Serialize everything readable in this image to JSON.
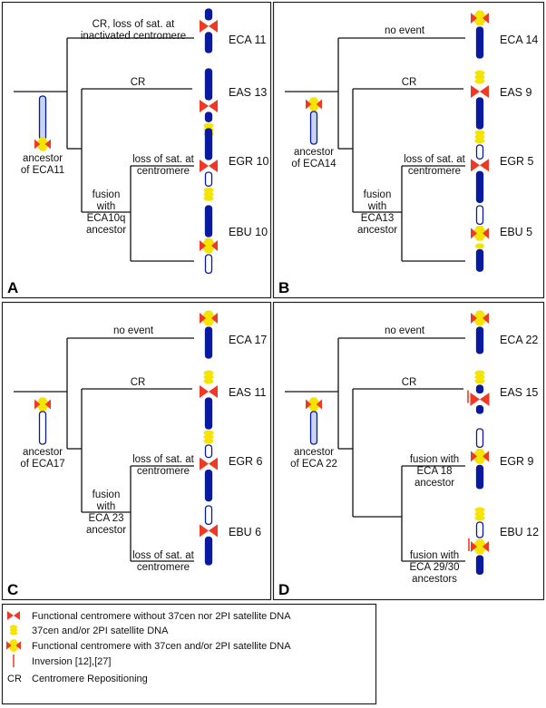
{
  "colors": {
    "chromosome": "#0a1aa0",
    "chromosome_light": "#c8d4f0",
    "centromere": "#ee3a24",
    "satellite": "#f5e300",
    "line": "#111111"
  },
  "panels": [
    {
      "letter": "A",
      "ancestor": {
        "label": [
          "ancestor",
          "of ECA11"
        ],
        "chromosome": {
          "fill": "light",
          "marker": "cen_sat",
          "marker_pos": "bottom"
        }
      },
      "events": {
        "top": [
          "CR, loss of sat. at",
          "inactivated centromere"
        ],
        "second": [
          "CR"
        ],
        "fusion": [
          "fusion",
          "with",
          "ECA10q",
          "ancestor"
        ],
        "third": [
          "loss of sat. at",
          "centromere"
        ],
        "fourth": []
      },
      "leaves": [
        {
          "name": "ECA 11",
          "structure": [
            {
              "seg": "dark",
              "len": 0.35
            },
            {
              "mark": "cen"
            },
            {
              "seg": "dark",
              "len": 0.65
            }
          ]
        },
        {
          "name": "EAS 13",
          "structure": [
            {
              "seg": "dark",
              "len": 1
            },
            {
              "mark": "cen"
            },
            {
              "seg": "dark",
              "len": 0.3
            },
            {
              "mark": "sat"
            }
          ]
        },
        {
          "name": "EGR 10",
          "structure": [
            {
              "seg": "dark",
              "len": 1
            },
            {
              "mark": "cen"
            },
            {
              "seg": "white",
              "len": 0.45
            },
            {
              "mark": "sat"
            }
          ]
        },
        {
          "name": "EBU 10",
          "structure": [
            {
              "seg": "dark",
              "len": 1
            },
            {
              "mark": "cen_sat"
            },
            {
              "seg": "white",
              "len": 0.6
            }
          ]
        }
      ]
    },
    {
      "letter": "B",
      "ancestor": {
        "label": [
          "ancestor",
          "of ECA14"
        ],
        "chromosome": {
          "fill": "light",
          "marker": "cen_sat",
          "marker_pos": "top"
        }
      },
      "events": {
        "top": [
          "no event"
        ],
        "second": [
          "CR"
        ],
        "fusion": [
          "fusion",
          "with",
          "ECA13",
          "ancestor"
        ],
        "third": [
          "loss of sat. at",
          "centromere"
        ],
        "fourth": []
      },
      "leaves": [
        {
          "name": "ECA 14",
          "structure": [
            {
              "mark": "cen_sat"
            },
            {
              "seg": "dark",
              "len": 1
            }
          ]
        },
        {
          "name": "EAS 9",
          "structure": [
            {
              "mark": "sat"
            },
            {
              "mark": "cen"
            },
            {
              "seg": "dark",
              "len": 1
            }
          ]
        },
        {
          "name": "EGR 5",
          "structure": [
            {
              "mark": "sat"
            },
            {
              "seg": "white",
              "len": 0.45
            },
            {
              "mark": "cen"
            },
            {
              "seg": "dark",
              "len": 1
            }
          ]
        },
        {
          "name": "EBU 5",
          "structure": [
            {
              "seg": "white",
              "len": 0.6
            },
            {
              "mark": "cen_sat"
            },
            {
              "mark": "sat_small"
            },
            {
              "seg": "dark",
              "len": 0.7
            }
          ]
        }
      ]
    },
    {
      "letter": "C",
      "ancestor": {
        "label": [
          "ancestor",
          "of ECA17"
        ],
        "chromosome": {
          "fill": "white",
          "marker": "cen_sat",
          "marker_pos": "top"
        }
      },
      "events": {
        "top": [
          "no event"
        ],
        "second": [
          "CR"
        ],
        "fusion": [
          "fusion",
          "with",
          "ECA 23",
          "ancestor"
        ],
        "third": [
          "loss of sat. at",
          "centromere"
        ],
        "fourth": [
          "loss of sat. at",
          "centromere"
        ]
      },
      "leaves": [
        {
          "name": "ECA 17",
          "structure": [
            {
              "mark": "cen_sat"
            },
            {
              "seg": "dark",
              "len": 1
            }
          ]
        },
        {
          "name": "EAS 11",
          "structure": [
            {
              "mark": "sat"
            },
            {
              "mark": "cen"
            },
            {
              "seg": "dark",
              "len": 1
            }
          ]
        },
        {
          "name": "EGR 6",
          "structure": [
            {
              "mark": "sat"
            },
            {
              "seg": "white",
              "len": 0.4
            },
            {
              "mark": "cen"
            },
            {
              "seg": "dark",
              "len": 1
            }
          ]
        },
        {
          "name": "EBU 6",
          "structure": [
            {
              "seg": "white",
              "len": 0.6
            },
            {
              "mark": "cen"
            },
            {
              "seg": "dark",
              "len": 0.9
            }
          ]
        }
      ]
    },
    {
      "letter": "D",
      "ancestor": {
        "label": [
          "ancestor",
          "of ECA 22"
        ],
        "chromosome": {
          "fill": "light",
          "marker": "cen_sat",
          "marker_pos": "top"
        }
      },
      "events": {
        "top": [
          "no event"
        ],
        "second": [
          "CR"
        ],
        "fusion": [],
        "third": [
          "fusion with",
          "ECA 18",
          "ancestor"
        ],
        "fourth": [
          "fusion with",
          "ECA 29/30",
          "ancestors"
        ]
      },
      "leaves": [
        {
          "name": "ECA 22",
          "structure": [
            {
              "mark": "cen_sat"
            },
            {
              "seg": "dark",
              "len": 0.85
            }
          ]
        },
        {
          "name": "EAS 15",
          "structure": [
            {
              "mark": "sat"
            },
            {
              "seg": "dark",
              "len": 0.25
            },
            {
              "mark": "cen_inv"
            },
            {
              "seg": "dark",
              "len": 0.25
            }
          ]
        },
        {
          "name": "EGR 9",
          "structure": [
            {
              "seg": "white",
              "len": 0.6
            },
            {
              "mark": "cen_sat"
            },
            {
              "seg": "dark",
              "len": 0.75
            }
          ]
        },
        {
          "name": "EBU 12",
          "structure": [
            {
              "mark": "sat"
            },
            {
              "seg": "white",
              "len": 0.5
            },
            {
              "mark": "cen_sat_inv"
            },
            {
              "seg": "dark",
              "len": 0.6
            }
          ]
        }
      ]
    }
  ],
  "legend": {
    "items": [
      {
        "icon": "functional-centromere-no-satellite-icon",
        "symbol": "cen",
        "text": "Functional centromere without 37cen nor 2PI satellite DNA"
      },
      {
        "icon": "satellite-dna-icon",
        "symbol": "sat",
        "text": "37cen and/or 2PI satellite DNA"
      },
      {
        "icon": "functional-centromere-with-satellite-icon",
        "symbol": "cen_sat",
        "text": "Functional centromere with 37cen and/or 2PI satellite DNA"
      },
      {
        "icon": "inversion-icon",
        "symbol": "inv",
        "text": "Inversion [12],[27]"
      },
      {
        "icon": "cr-abbreviation",
        "symbol": "CR",
        "text": "Centromere Repositioning"
      }
    ]
  }
}
